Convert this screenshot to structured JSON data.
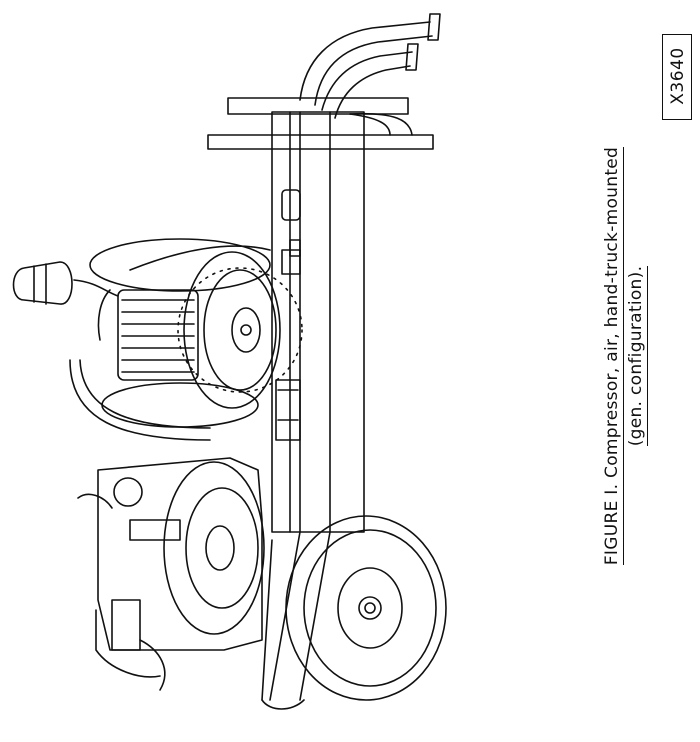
{
  "figure": {
    "caption_line1": "FIGURE I. Compressor, air, hand-truck-mounted",
    "caption_line2": "(gen. configuration).",
    "code": "X3640",
    "illustration_alt": "hand-truck-mounted air compressor"
  }
}
